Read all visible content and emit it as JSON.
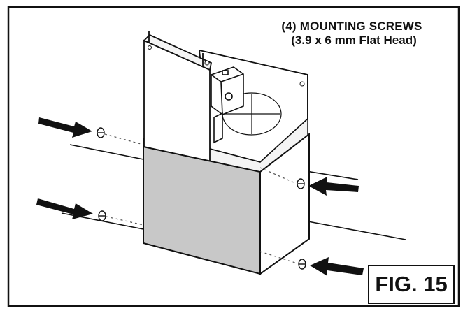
{
  "caption": {
    "line1": "(4) MOUNTING SCREWS",
    "line2": "(3.9 x 6 mm Flat Head)"
  },
  "figure_label": "FIG. 15",
  "colors": {
    "ink": "#111111",
    "panel_fill": "#c8c8c8",
    "light_fill": "#f4f4f4",
    "background": "#ffffff"
  },
  "callouts": {
    "count": 4,
    "icon": "arrow-right-icon",
    "pointing": [
      "right",
      "right",
      "left",
      "left"
    ]
  }
}
